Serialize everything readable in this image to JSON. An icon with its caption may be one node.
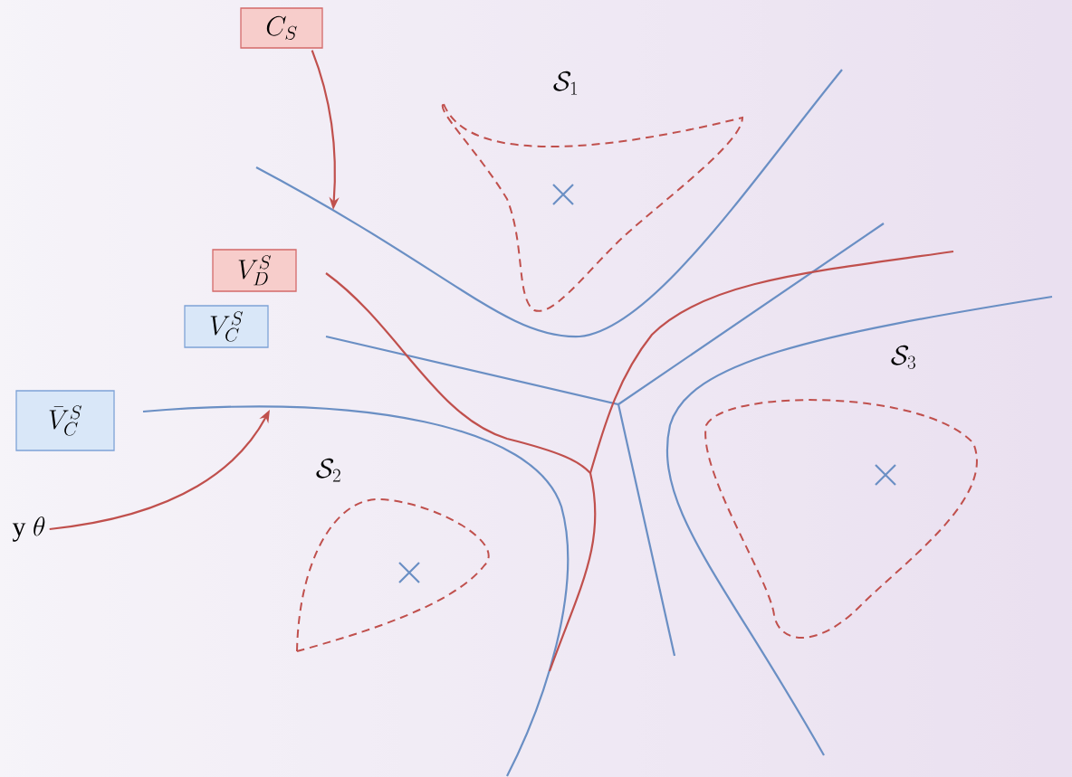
{
  "diagram": {
    "nodes": [
      {
        "text": [
          "C_S"
        ]
      },
      {
        "text": [
          "V_D^S"
        ]
      },
      {
        "text": [
          "V_C^S"
        ]
      },
      {
        "text": [
          "\\bar{V}_C^S"
        ]
      },
      {
        "text": [
          "\\mathrm{y}\\ \\theta"
        ]
      }
    ],
    "edges": [
      {
        "from": 0,
        "to": null,
        "arrow": "to"
      },
      {
        "from": 4,
        "to": null,
        "arrow": "to"
      }
    ],
    "labels": [
      "\\mathcal{S}_1",
      "\\mathcal{S}_2",
      "\\mathcal{S}_3"
    ]
  }
}
